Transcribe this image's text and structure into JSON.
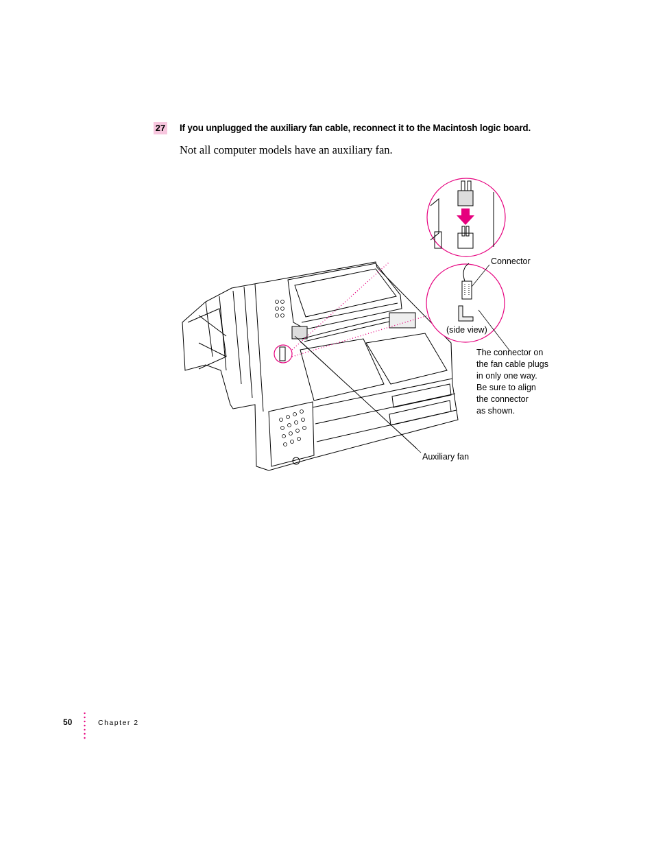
{
  "step": {
    "number": "27",
    "heading": "If you unplugged the auxiliary fan cable, reconnect it to the Macintosh logic board.",
    "body": "Not all computer models have an auxiliary fan."
  },
  "figure": {
    "callouts": {
      "connector": "Connector",
      "side_view": "(side view)",
      "note": "The connector on\nthe fan cable plugs\nin only one way.\nBe sure to align\nthe connector\nas shown.",
      "auxiliary_fan": "Auxiliary fan"
    },
    "colors": {
      "accent": "#e6007e",
      "highlight": "#f7c6de",
      "line": "#000000"
    }
  },
  "footer": {
    "page_number": "50",
    "chapter": "Chapter 2"
  }
}
